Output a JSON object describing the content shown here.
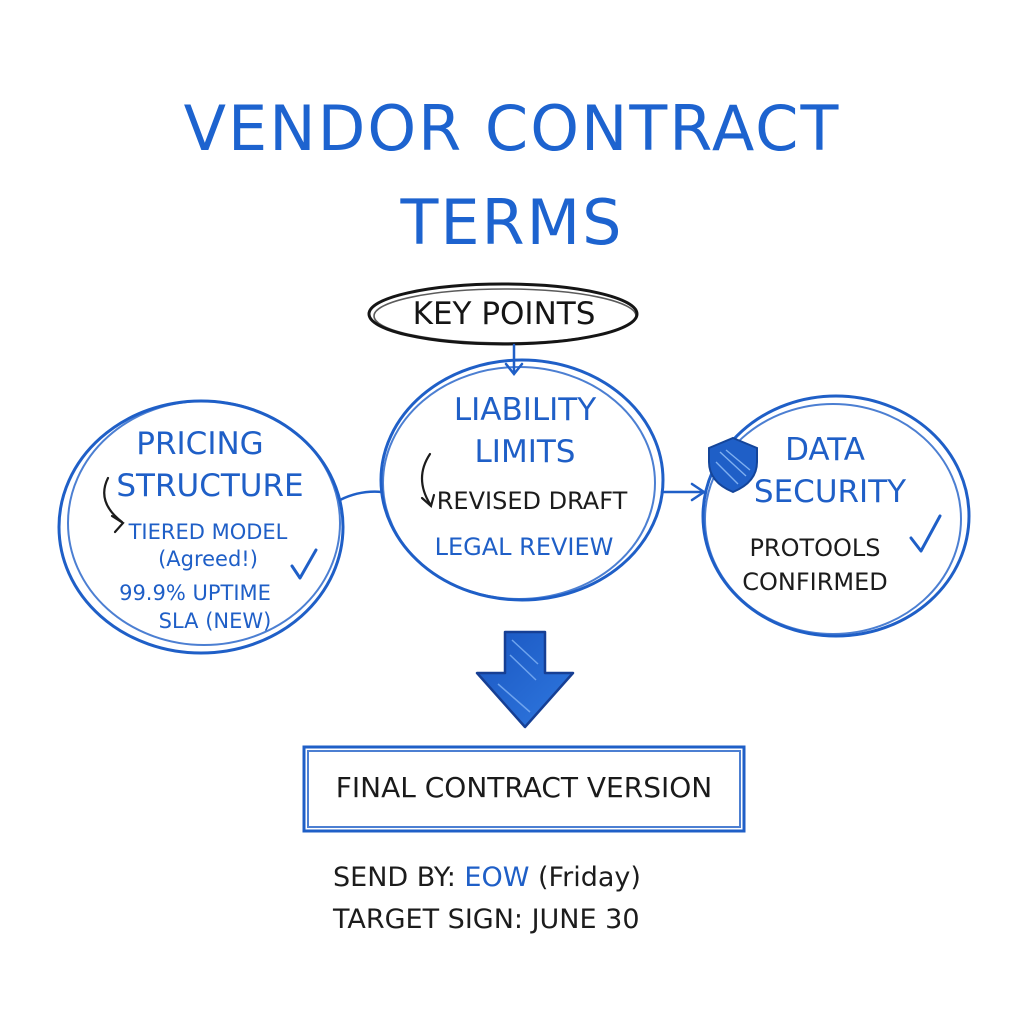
{
  "title": {
    "line1": "VENDOR CONTRACT",
    "line2": "TERMS"
  },
  "key_points": "KEY POINTS",
  "nodes": {
    "pricing": {
      "title1": "PRICING",
      "title2": "STRUCTURE",
      "detail1": "TIERED MODEL",
      "detail2": "(Agreed!)",
      "detail3": "99.9% UPTIME",
      "detail4": "SLA (NEW)"
    },
    "liability": {
      "title1": "LIABILITY",
      "title2": "LIMITS",
      "detail1": "REVISED DRAFT",
      "detail2": "LEGAL REVIEW"
    },
    "security": {
      "title1": "DATA",
      "title2": "SECURITY",
      "detail1": "PROTOOLS",
      "detail2": "CONFIRMED"
    }
  },
  "final_box": "FINAL CONTRACT VERSION",
  "footer": {
    "send_label": "SEND BY: ",
    "send_value": "EOW",
    "send_day": " (Friday)",
    "target": "TARGET SIGN: JUNE 30"
  },
  "colors": {
    "accent": "#1f5fc7",
    "ink": "#1c1c1c"
  }
}
